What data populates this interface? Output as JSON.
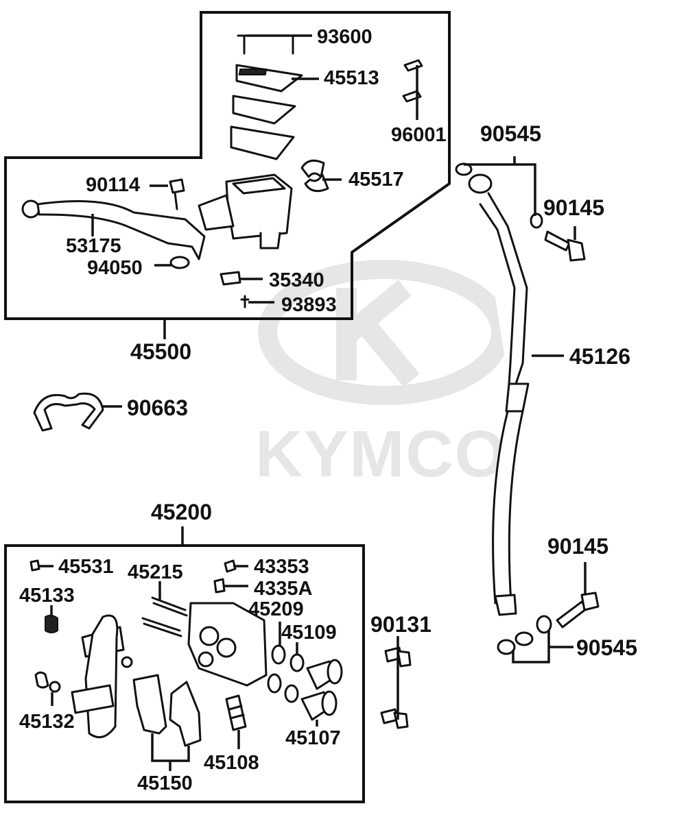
{
  "watermark": {
    "brand": "KYMCO"
  },
  "groups": {
    "master_cylinder": "45500",
    "caliper": "45200"
  },
  "labels": {
    "p93600": "93600",
    "p45513": "45513",
    "p96001": "96001",
    "p90545_top": "90545",
    "p90114": "90114",
    "p45517": "45517",
    "p90145_top": "90145",
    "p53175": "53175",
    "p94050": "94050",
    "p35340": "35340",
    "p93893": "93893",
    "p45126": "45126",
    "p90663": "90663",
    "p45531": "45531",
    "p45215": "45215",
    "p43353": "43353",
    "p4335A": "4335A",
    "p45133": "45133",
    "p45209": "45209",
    "p45109": "45109",
    "p90131": "90131",
    "p90145_bottom": "90145",
    "p90545_bottom": "90545",
    "p45132": "45132",
    "p45107": "45107",
    "p45108": "45108",
    "p45150": "45150"
  },
  "colors": {
    "line": "#111111",
    "watermark": "#e6e6e6",
    "background": "#ffffff"
  }
}
